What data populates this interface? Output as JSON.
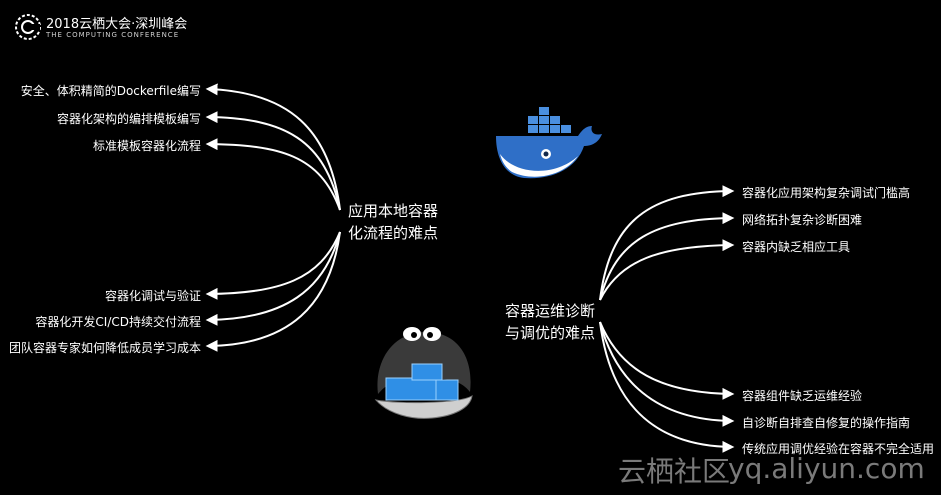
{
  "header": {
    "title": "2018云栖大会·深圳峰会",
    "subtitle": "THE COMPUTING CONFERENCE"
  },
  "left_topic": {
    "line1": "应用本地容器",
    "line2": "化流程的难点",
    "items_top": [
      "安全、体积精简的Dockerfile编写",
      "容器化架构的编排模板编写",
      "标准模板容器化流程"
    ],
    "items_bottom": [
      "容器化调试与验证",
      "容器化开发CI/CD持续交付流程",
      "团队容器专家如何降低成员学习成本"
    ]
  },
  "right_topic": {
    "line1": "容器运维诊断",
    "line2": "与调优的难点",
    "items_top": [
      "容器化应用架构复杂调试门槛高",
      "网络拓扑复杂诊断困难",
      "容器内缺乏相应工具"
    ],
    "items_bottom": [
      "容器组件缺乏运维经验",
      "自诊断自排查自修复的操作指南",
      "传统应用调优经验在容器不完全适用"
    ]
  },
  "watermark": {
    "cn": "云栖社区",
    "en": "yq.aliyun.com"
  },
  "colors": {
    "background": "#000000",
    "line": "#ffffff",
    "docker_blue": "#3b7fd6"
  },
  "icons": [
    "docker-whale-icon",
    "container-oyster-icon",
    "conference-logo-icon"
  ]
}
